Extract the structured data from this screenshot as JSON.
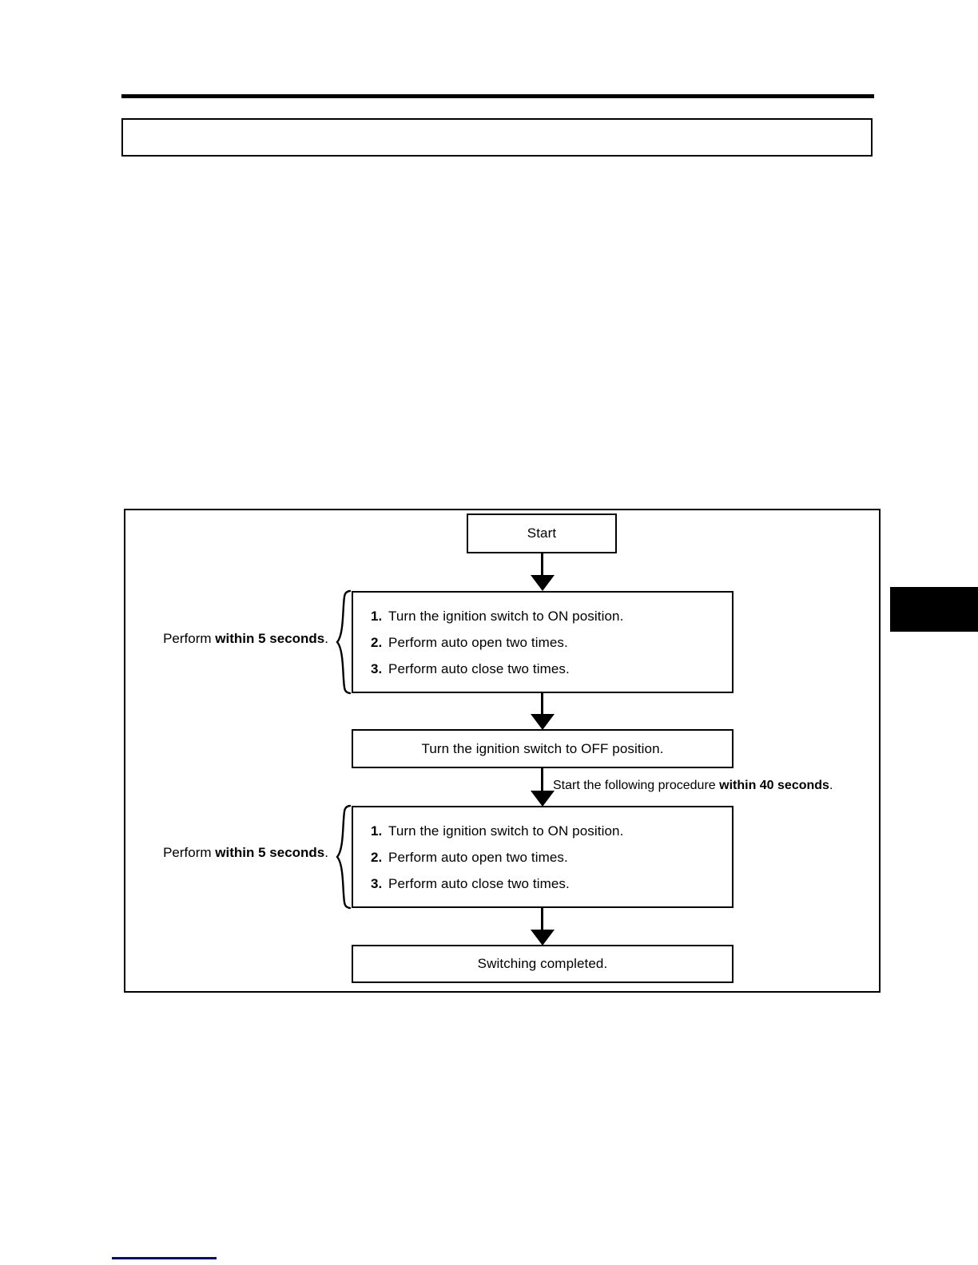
{
  "page": {
    "header_box_text": "",
    "edge_tab": "section-thumb-index"
  },
  "flowchart": {
    "start_label": "Start",
    "procedure_block_1": {
      "steps": [
        {
          "num": "1.",
          "text": "Turn the ignition switch to ON position."
        },
        {
          "num": "2.",
          "text": "Perform auto open two times."
        },
        {
          "num": "3.",
          "text": "Perform auto close two times."
        }
      ],
      "side_label_normal": "Perform ",
      "side_label_bold": "within 5 seconds",
      "side_label_suffix": "."
    },
    "ignition_off_label": "Turn the ignition switch to OFF position.",
    "timing_note": {
      "normal": "Start the following procedure ",
      "bold": "within 40 seconds",
      "suffix": "."
    },
    "procedure_block_2": {
      "steps": [
        {
          "num": "1.",
          "text": "Turn the ignition switch to ON position."
        },
        {
          "num": "2.",
          "text": "Perform auto open two times."
        },
        {
          "num": "3.",
          "text": "Perform auto close two times."
        }
      ],
      "side_label_normal": "Perform ",
      "side_label_bold": "within 5 seconds",
      "side_label_suffix": "."
    },
    "completed_label": "Switching completed."
  },
  "colors": {
    "ink": "#000000",
    "footer_rule": "#0b0b63",
    "page_background": "#ffffff"
  }
}
